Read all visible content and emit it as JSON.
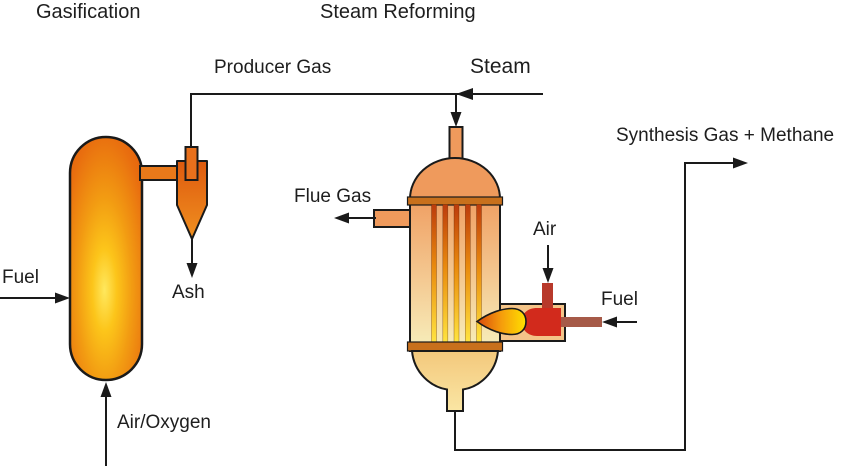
{
  "diagram": {
    "title_left": "Gasification",
    "title_right": "Steam Reforming",
    "labels": {
      "producer_gas": "Producer Gas",
      "steam": "Steam",
      "synthesis_gas": "Synthesis Gas + Methane",
      "flue_gas": "Flue Gas",
      "fuel_left": "Fuel",
      "ash": "Ash",
      "air_oxygen": "Air/Oxygen",
      "air": "Air",
      "fuel_right": "Fuel"
    },
    "colors": {
      "line": "#1a1a1a",
      "gasifier_top": "#e2560c",
      "gasifier_glow": "#ffe85e",
      "cyclone_orange": "#e87418",
      "reformer_shell": "#ef9a5c",
      "reformer_body_bottom": "#f7efbc",
      "tube_sheet": "#c8701c",
      "tube_hot": "#bc3b0c",
      "tube_glow": "#ffe440",
      "burner_red": "#d22a1c",
      "air_pipe_red": "#b8392b",
      "fuel_pipe_brown": "#a65a48",
      "flame_tip": "#d8490d",
      "flame_body": "#ffe000",
      "burner_chamber": "#f4c488"
    }
  }
}
